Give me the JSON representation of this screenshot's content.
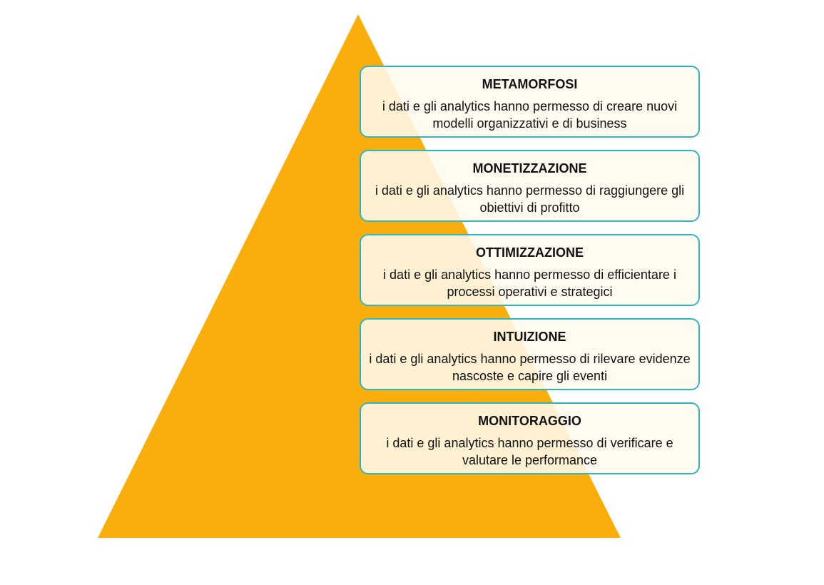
{
  "colors": {
    "pyramid": "#f9ae0b",
    "box_border": "#2fb6c4"
  },
  "levels": [
    {
      "title": "METAMORFOSI",
      "description": "i dati e gli analytics hanno permesso di creare nuovi modelli organizzativi e di business"
    },
    {
      "title": "MONETIZZAZIONE",
      "description": "i dati e gli analytics hanno permesso di raggiungere gli obiettivi di profitto"
    },
    {
      "title": "OTTIMIZZAZIONE",
      "description": "i dati e gli analytics hanno permesso di efficientare i processi operativi e strategici"
    },
    {
      "title": "INTUIZIONE",
      "description": "i dati e gli analytics hanno permesso di rilevare evidenze nascoste e capire gli eventi"
    },
    {
      "title": "MONITORAGGIO",
      "description": "i dati e gli analytics hanno permesso di verificare e valutare le performance"
    }
  ]
}
